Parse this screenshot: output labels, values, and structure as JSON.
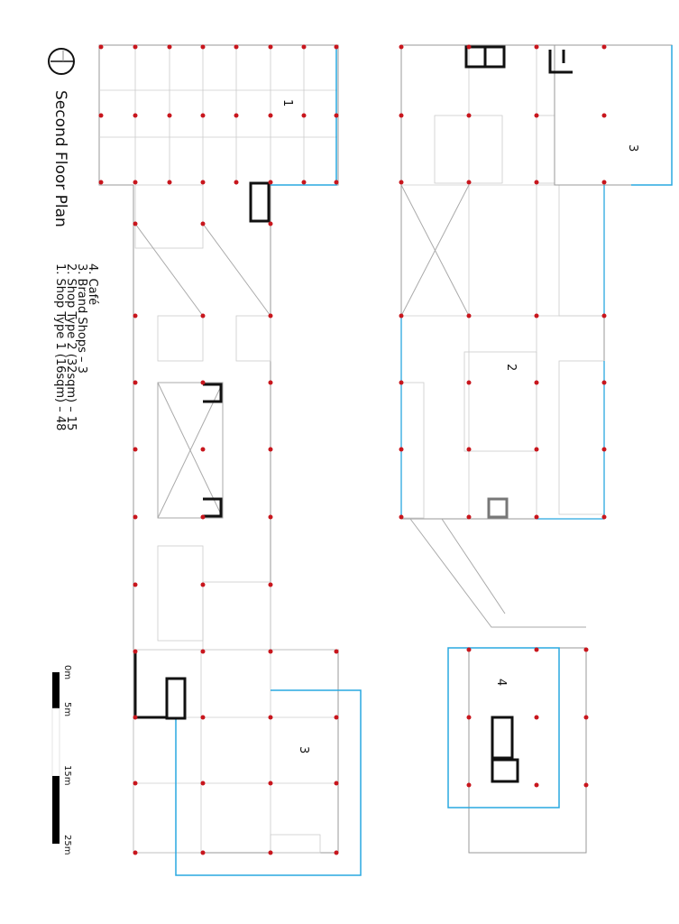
{
  "title": "Second Floor Plan",
  "legend": [
    "1. Shop Type 1 (16sqm) – 48",
    "2. Shop Type 2 (32sqm) – 15",
    "3. Brand Shops – 3",
    "4. Café"
  ],
  "scale_bar": {
    "labels": [
      "0m",
      "5m",
      "15m",
      "25m"
    ]
  },
  "room_labels": {
    "shop1": "1",
    "brand_right": "3",
    "shop2": "2",
    "cafe": "4",
    "brand_left": "3"
  },
  "colors": {
    "column": "#c8161d",
    "glazing": "#29a8e0",
    "wall": "#111111",
    "grid": "#bbbbbb"
  }
}
